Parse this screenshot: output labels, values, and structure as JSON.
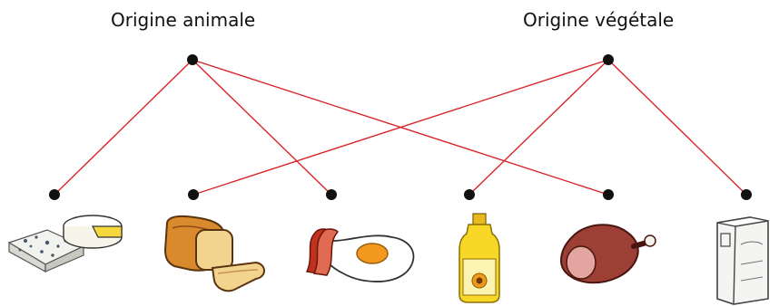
{
  "categories": {
    "left": {
      "label": "Origine animale",
      "icon": "animal-origin"
    },
    "right": {
      "label": "Origine végétale",
      "icon": "plant-origin"
    }
  },
  "foods": [
    {
      "icon": "cheese-icon",
      "origin": "left"
    },
    {
      "icon": "bread-icon",
      "origin": "right"
    },
    {
      "icon": "bacon-egg-icon",
      "origin": "left"
    },
    {
      "icon": "oil-bottle-icon",
      "origin": "right"
    },
    {
      "icon": "ham-icon",
      "origin": "left"
    },
    {
      "icon": "sugar-box-icon",
      "origin": "right"
    }
  ],
  "colors": {
    "line": "#d9252a",
    "dot": "#111111"
  }
}
